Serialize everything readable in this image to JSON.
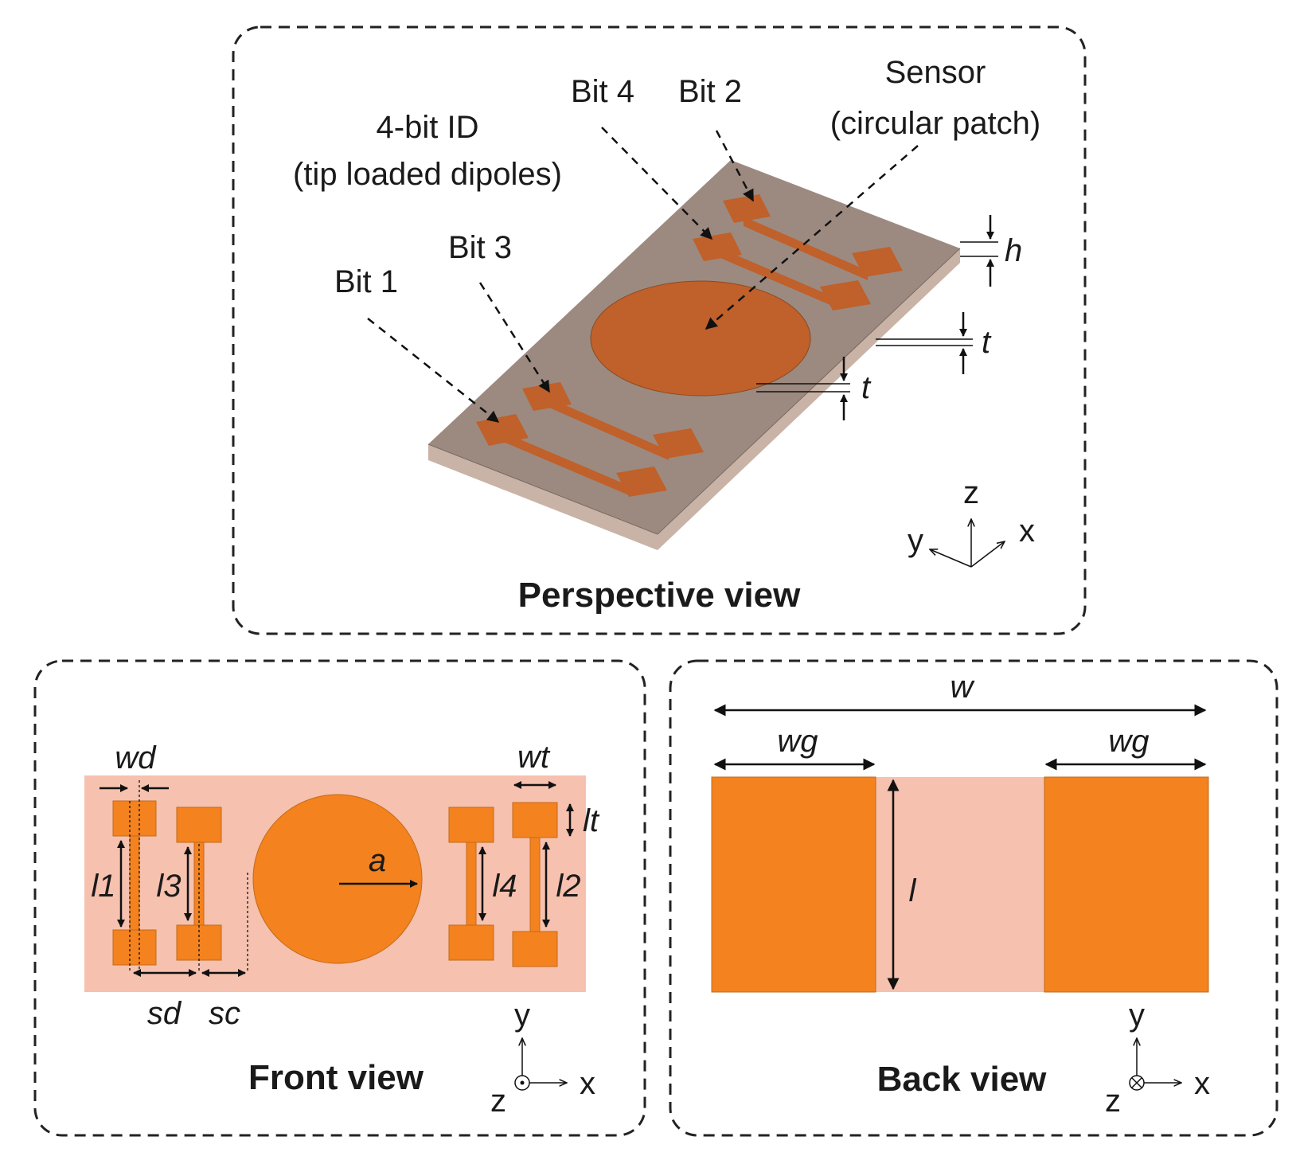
{
  "colors": {
    "copper": "#F3821F",
    "copper_3d": "#C0602A",
    "substrate_3d_top": "#9C8A80",
    "substrate_3d_side": "#C9B3A6",
    "substrate_2d": "#F6C1AE",
    "panel_border": "#222222"
  },
  "perspective": {
    "title": "Perspective view",
    "label_id_line1": "4-bit ID",
    "label_id_line2": "(tip loaded dipoles)",
    "label_sensor_line1": "Sensor",
    "label_sensor_line2": "(circular patch)",
    "bit1": "Bit 1",
    "bit2": "Bit 2",
    "bit3": "Bit 3",
    "bit4": "Bit 4",
    "dim_h": "h",
    "dim_t1": "t",
    "dim_t2": "t",
    "axis_x": "x",
    "axis_y": "y",
    "axis_z": "z"
  },
  "front": {
    "title": "Front view",
    "dim_wd": "wd",
    "dim_wt": "wt",
    "dim_lt": "lt",
    "dim_l1": "l1",
    "dim_l2": "l2",
    "dim_l3": "l3",
    "dim_l4": "l4",
    "dim_a": "a",
    "dim_sd": "sd",
    "dim_sc": "sc",
    "axis_x": "x",
    "axis_y": "y",
    "axis_z": "z"
  },
  "back": {
    "title": "Back view",
    "dim_w": "w",
    "dim_wg_left": "wg",
    "dim_wg_right": "wg",
    "dim_l": "l",
    "axis_x": "x",
    "axis_y": "y",
    "axis_z": "z"
  }
}
